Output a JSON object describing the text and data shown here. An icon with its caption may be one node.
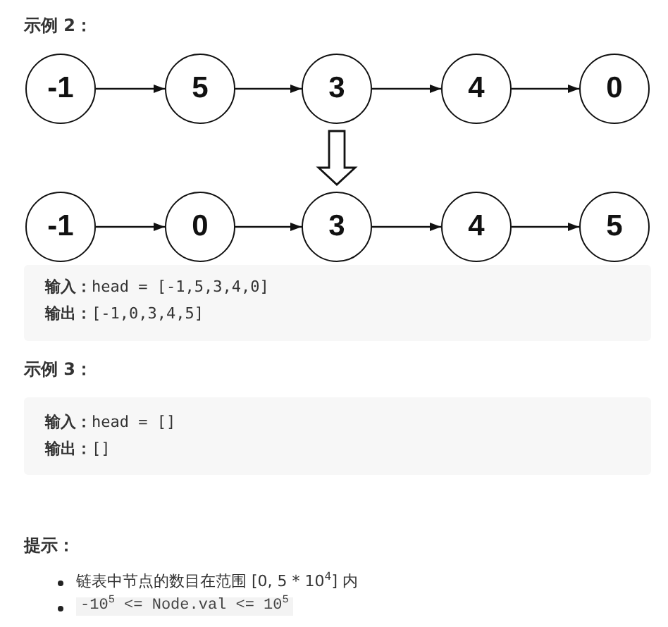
{
  "diagram": {
    "nodes": [
      {
        "text": [
          "-1"
        ]
      },
      {
        "text": [
          "5"
        ]
      },
      {
        "text": [
          "3"
        ]
      },
      {
        "text": [
          "4"
        ]
      },
      {
        "text": [
          "0"
        ]
      },
      {
        "text": [
          "-1"
        ]
      },
      {
        "text": [
          "0"
        ]
      },
      {
        "text": [
          "3"
        ]
      },
      {
        "text": [
          "4"
        ]
      },
      {
        "text": [
          "5"
        ]
      }
    ],
    "edges": [
      {
        "from": 0,
        "to": 1,
        "arrow": "to"
      },
      {
        "from": 1,
        "to": 2,
        "arrow": "to"
      },
      {
        "from": 2,
        "to": 3,
        "arrow": "to"
      },
      {
        "from": 3,
        "to": 4,
        "arrow": "to"
      },
      {
        "from": 5,
        "to": 6,
        "arrow": "to"
      },
      {
        "from": 6,
        "to": 7,
        "arrow": "to"
      },
      {
        "from": 7,
        "to": 8,
        "arrow": "to"
      },
      {
        "from": 8,
        "to": 9,
        "arrow": "to"
      },
      {
        "from": 2,
        "to": 7,
        "arrow": "to",
        "style": "thick"
      }
    ],
    "labels": [
      "示例 2：",
      "**输入：**head = [-1,5,3,4,0]",
      "**输出：**[-1,0,3,4,5]",
      "示例 3：",
      "**输入：**head = []",
      "**输出：**[]",
      "提示：",
      "链表中节点的数目在范围 [0, 5 * 10$^{4}$] 内",
      "-10$^{5}$ <= Node.val <= 10$^{5}$"
    ]
  }
}
